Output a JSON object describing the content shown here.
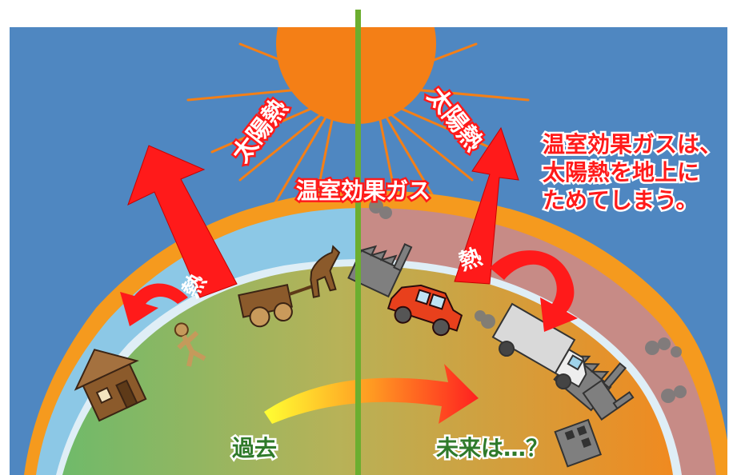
{
  "labels": {
    "solar_heat_left": "太陽熱",
    "solar_heat_right": "太陽熱",
    "greenhouse_gas": "温室効果ガス",
    "heat_left": "熱",
    "heat_right": "熱",
    "explanation_line1": "温室効果ガスは、",
    "explanation_line2": "太陽熱を地上に",
    "explanation_line3": "ためてしまう。",
    "past": "過去",
    "future": "未来は…？"
  },
  "colors": {
    "sky": "#4f87c1",
    "sun": "#f47f16",
    "sun_rays": "#f47f16",
    "gas_layer": "#f59a1e",
    "atmosphere_past": "#8cc8e6",
    "atmosphere_future": "#c78b86",
    "ground_past": "#6fba6a",
    "ground_future": "#e59a2d",
    "heat_arrow": "#ff1a1a",
    "divider": "#6cae2f",
    "label_white": "#ffffff",
    "label_red_text": "#ff1a1a",
    "label_green_text": "#2f7a2a"
  },
  "icons": {
    "sun": "sun-icon",
    "house": "house-icon",
    "person": "person-icon",
    "horse_cart": "horse-cart-icon",
    "car": "car-icon",
    "truck": "truck-icon",
    "factory": "factory-icon",
    "time_arrow": "time-arrow-icon"
  }
}
